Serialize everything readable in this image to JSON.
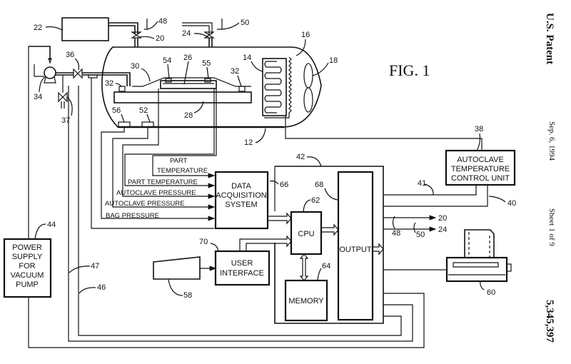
{
  "figure": {
    "title": "FIG. 1"
  },
  "header": {
    "patent_label": "U.S. Patent",
    "date": "Sep. 6, 1994",
    "sheet": "Sheet 1 of 9",
    "patent_number": "5,345,397"
  },
  "blocks": {
    "data_acquisition": [
      "DATA",
      "ACQUISITION",
      "SYSTEM"
    ],
    "cpu": "CPU",
    "memory": "MEMORY",
    "output": "OUTPUT",
    "user_interface": [
      "USER",
      "INTERFACE"
    ],
    "temp_control": [
      "AUTOCLAVE",
      "TEMPERATURE",
      "CONTROL UNIT"
    ],
    "power_supply": [
      "POWER",
      "SUPPLY",
      "FOR",
      "VACUUM",
      "PUMP"
    ]
  },
  "signals": {
    "part_temp_1": [
      "PART",
      "TEMPERATURE"
    ],
    "part_temp_2": "PART TEMPERATURE",
    "autoclave_pressure_1": "AUTOCLAVE PRESSURE",
    "autoclave_pressure_2": "AUTOCLAVE PRESSURE",
    "bag_pressure": "BAG PRESSURE"
  },
  "refs": {
    "r12": "12",
    "r14": "14",
    "r16": "16",
    "r18": "18",
    "r20": "20",
    "r22": "22",
    "r24": "24",
    "r26": "26",
    "r28": "28",
    "r30": "30",
    "r32a": "32",
    "r32b": "32",
    "r34": "34",
    "r36": "36",
    "r37": "37",
    "r38": "38",
    "r40": "40",
    "r41": "41",
    "r42": "42",
    "r44": "44",
    "r46": "46",
    "r47": "47",
    "r48a": "48",
    "r48b": "48",
    "r50a": "50",
    "r50b": "50",
    "r52": "52",
    "r54": "54",
    "r55": "55",
    "r56": "56",
    "r58": "58",
    "r60": "60",
    "r62": "62",
    "r64": "64",
    "r66": "66",
    "r68": "68",
    "r70": "70",
    "out20": "20",
    "out24": "24"
  }
}
